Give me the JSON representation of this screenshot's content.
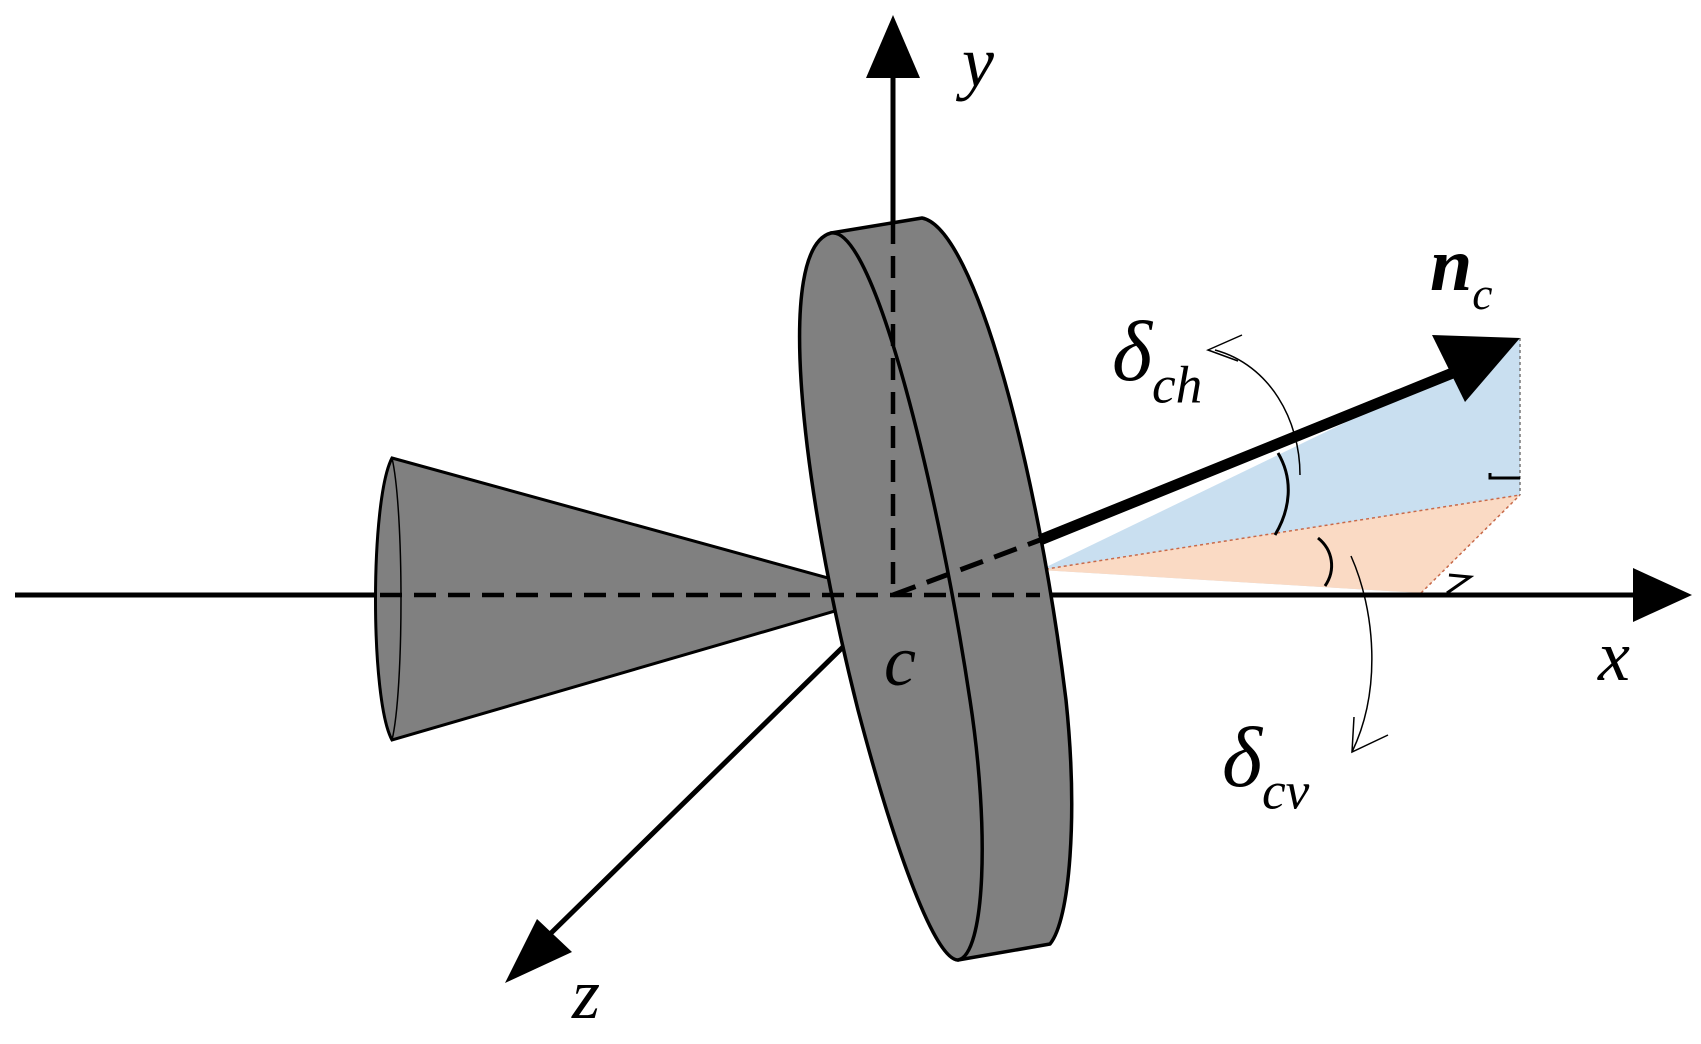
{
  "labels": {
    "y_axis": "y",
    "x_axis": "x",
    "z_axis": "z",
    "center": "c",
    "normal_vector": {
      "main": "n",
      "sub": "c"
    },
    "angle_horizontal": {
      "main": "δ",
      "sub": "ch"
    },
    "angle_vertical": {
      "main": "δ",
      "sub": "cv"
    }
  },
  "colors": {
    "stroke": "#000000",
    "body_fill": "#808080",
    "horizontal_plane_fill": "#c9dff0",
    "vertical_plane_fill": "#fadac4"
  }
}
